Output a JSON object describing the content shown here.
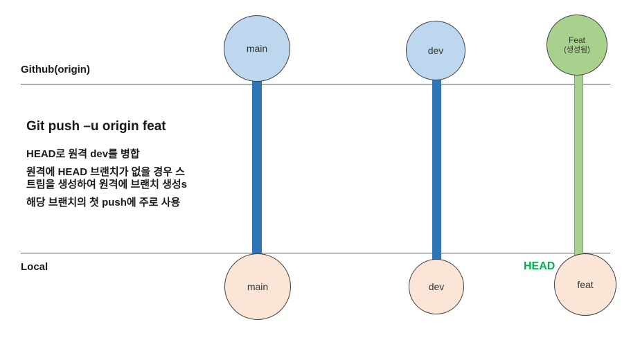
{
  "diagram": {
    "title": "Git push –u origin feat",
    "origin_label": "Github(origin)",
    "local_label": "Local",
    "head_label": "HEAD",
    "notes": [
      "HEAD로 원격 dev를 병합",
      "원격에 HEAD 브랜치가 없을 경우 스",
      "트림을 생성하여 원격에 브랜치 생성s",
      "해당 브랜치의 첫 push에 주로 사용"
    ],
    "remote_branches": [
      {
        "label": "main"
      },
      {
        "label": "dev"
      },
      {
        "label": "Feat",
        "sublabel": "(생성됨)"
      }
    ],
    "local_branches": [
      {
        "label": "main"
      },
      {
        "label": "dev"
      },
      {
        "label": "feat"
      }
    ],
    "colors": {
      "remote_branch_fill": "#BDD7EE",
      "new_branch_fill": "#A9D18E",
      "local_branch_fill": "#FBE5D6",
      "sync_bar_blue": "#2E75B6",
      "sync_bar_green": "#A9D18E",
      "head_text": "#00B050"
    }
  }
}
